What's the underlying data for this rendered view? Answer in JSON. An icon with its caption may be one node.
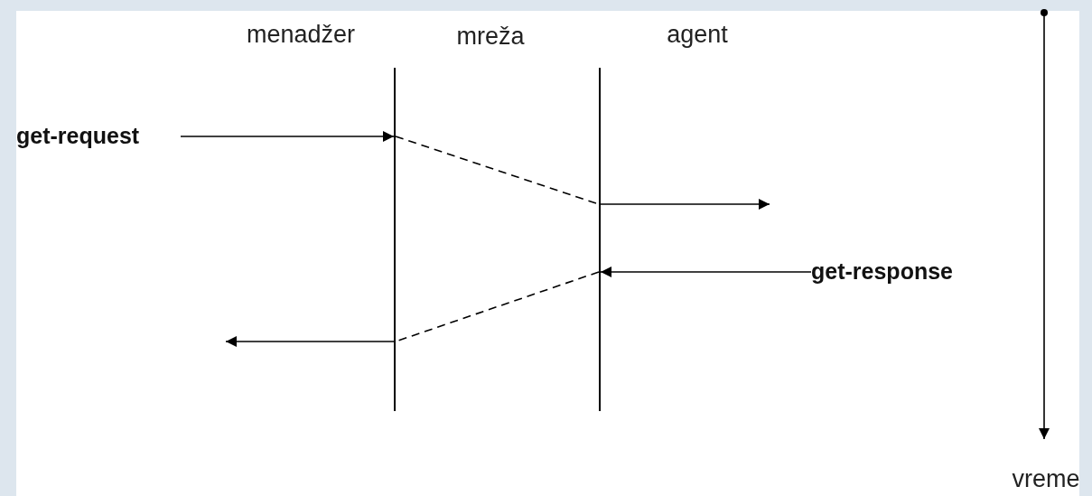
{
  "diagram": {
    "nodes": [
      {
        "text": [
          "menadžer"
        ]
      },
      {
        "text": [
          "agent"
        ]
      },
      {
        "text": [
          "get-request"
        ]
      },
      {
        "text": [
          "get-response"
        ]
      }
    ],
    "edges": [
      {
        "from": 2,
        "to": 0,
        "arrow": "to"
      },
      {
        "from": 0,
        "to": 1,
        "arrow": "none",
        "style": "dashed"
      },
      {
        "from": 1,
        "to": null,
        "arrow": "to"
      },
      {
        "from": 3,
        "to": 1,
        "arrow": "to"
      },
      {
        "from": 1,
        "to": 0,
        "arrow": "none",
        "style": "dashed"
      },
      {
        "from": 0,
        "to": null,
        "arrow": "to"
      }
    ],
    "labels": [
      "mreža",
      "vreme"
    ]
  }
}
